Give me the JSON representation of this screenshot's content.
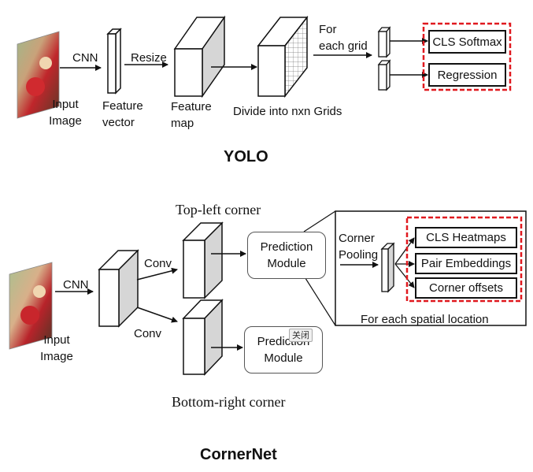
{
  "yolo": {
    "title": "YOLO",
    "cnn_label": "CNN",
    "input_label_1": "Input",
    "input_label_2": "Image",
    "feature_vector_1": "Feature",
    "feature_vector_2": "vector",
    "resize_label": "Resize",
    "feature_map_1": "Feature",
    "feature_map_2": "map",
    "divide_label": "Divide into nxn Grids",
    "for_each_1": "For",
    "for_each_2": "each grid",
    "outputs": [
      "CLS Softmax",
      "Regression"
    ]
  },
  "cornernet": {
    "title": "CornerNet",
    "cnn_label": "CNN",
    "input_label_1": "Input",
    "input_label_2": "Image",
    "conv_top": "Conv",
    "conv_bottom": "Conv",
    "top_left": "Top-left corner",
    "bottom_right": "Bottom-right corner",
    "prediction_1": "Prediction",
    "prediction_2": "Module",
    "corner_pooling_1": "Corner",
    "corner_pooling_2": "Pooling",
    "outputs": [
      "CLS Heatmaps",
      "Pair Embeddings",
      "Corner offsets"
    ],
    "spatial_caption": "For each  spatial location",
    "close_button": "关闭"
  },
  "colors": {
    "highlight": "#e0191f",
    "block_face": "#d6d6d6",
    "outline": "#111111"
  }
}
